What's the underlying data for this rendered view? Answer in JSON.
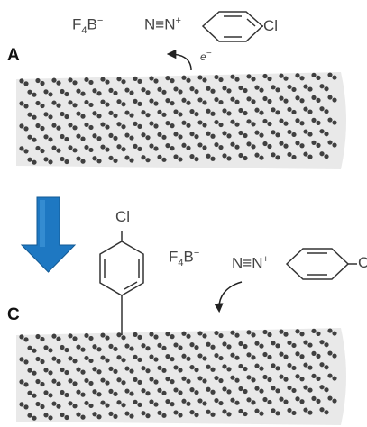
{
  "panel_a": {
    "letter": "A",
    "counter_ion": {
      "base": "F",
      "sub": "4",
      "tail": "B",
      "sup": "−"
    },
    "diazonium": {
      "text": "N≡N",
      "charge": "+"
    },
    "substituent": "Cl",
    "electron": {
      "symbol": "e",
      "sup": "−"
    }
  },
  "panel_c": {
    "letter": "C",
    "attached_substituent": "Cl",
    "counter_ion": {
      "base": "F",
      "sub": "4",
      "tail": "B",
      "sup": "−"
    },
    "diazonium": {
      "text": "N≡N",
      "charge": "+"
    },
    "substituent_partial": "C"
  },
  "colors": {
    "arrow_fill": "#1e78c2",
    "arrow_stroke": "#125a94",
    "nanotube_atom": "#222222",
    "nanotube_background": "#e9e9e9",
    "bond_line": "#333333"
  }
}
